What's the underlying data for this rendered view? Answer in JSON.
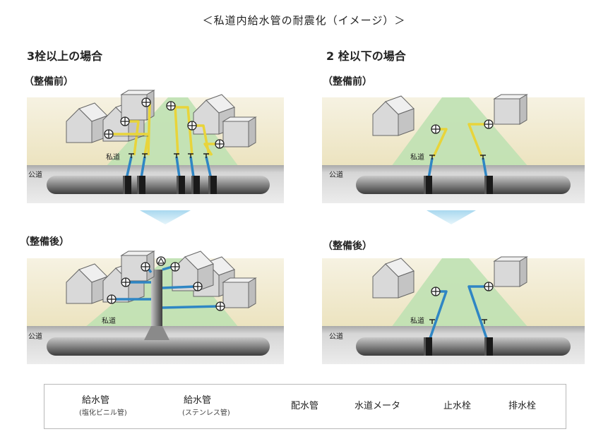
{
  "title": "＜私道内給水管の耐震化（イメージ）＞",
  "left": {
    "heading": "3栓以上の場合",
    "before": "（整備前）",
    "after": "（整備後）",
    "private_road": "私道",
    "public_road": "公道"
  },
  "right": {
    "heading": "2 栓以下の場合",
    "before": "（整備前）",
    "after": "（整備後）",
    "private_road": "私道",
    "public_road": "公道"
  },
  "legend": {
    "pvc_title": "給水管",
    "pvc_sub": "(塩化ビニル管)",
    "stainless_title": "給水管",
    "stainless_sub": "(ステンレス管)",
    "main_pipe": "配水管",
    "meter": "水道メータ",
    "stop_valve": "止水栓",
    "drain_valve": "排水栓"
  },
  "colors": {
    "pvc_pipe": "#e8d43a",
    "stainless_pipe": "#2f86c4",
    "main_pipe": "#6b6b6b",
    "ground": "#efe7c8",
    "private_road_area": "#bfe1b3",
    "road": "#cfcfcf",
    "arrow": "#bfe1f2"
  },
  "icons": {
    "meter": "circle-plus-icon",
    "stop_valve": "t-shape-icon",
    "drain_valve": "circle-triangle-icon",
    "house": "house-icon",
    "building": "cube-building-icon"
  }
}
